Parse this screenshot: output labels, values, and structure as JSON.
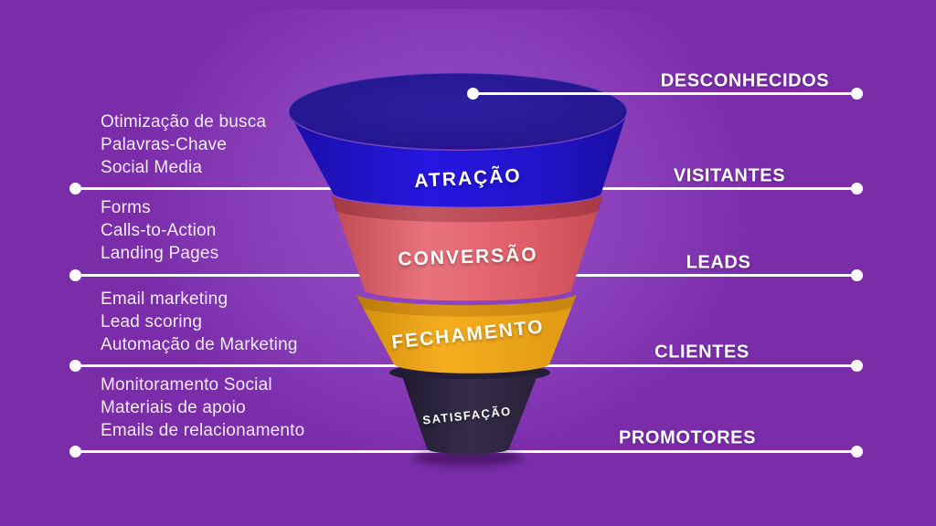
{
  "colors": {
    "background": "#7A2CA9",
    "glow": "#B270E4",
    "connector_line": "#FFFFFF",
    "stage_atracao": "#2315D2",
    "stage_conversao": "#E2646E",
    "stage_fechamento": "#F2A81C",
    "stage_satisfacao": "#322A45"
  },
  "audiences": [
    "DESCONHECIDOS",
    "VISITANTES",
    "LEADS",
    "CLIENTES",
    "PROMOTORES"
  ],
  "funnel": {
    "stages": [
      {
        "label": "ATRAÇÃO",
        "color": "#2315D2",
        "tactics": [
          "Otimização de busca",
          "Palavras-Chave",
          "Social Media"
        ]
      },
      {
        "label": "CONVERSÃO",
        "color": "#E2646E",
        "tactics": [
          "Forms",
          "Calls-to-Action",
          "Landing Pages"
        ]
      },
      {
        "label": "FECHAMENTO",
        "color": "#F2A81C",
        "tactics": [
          "Email marketing",
          "Lead scoring",
          "Automação de Marketing"
        ]
      },
      {
        "label": "SATISFAÇÃO",
        "color": "#322A45",
        "tactics": [
          "Monitoramento Social",
          "Materiais de apoio",
          "Emails de relacionamento"
        ]
      }
    ]
  }
}
